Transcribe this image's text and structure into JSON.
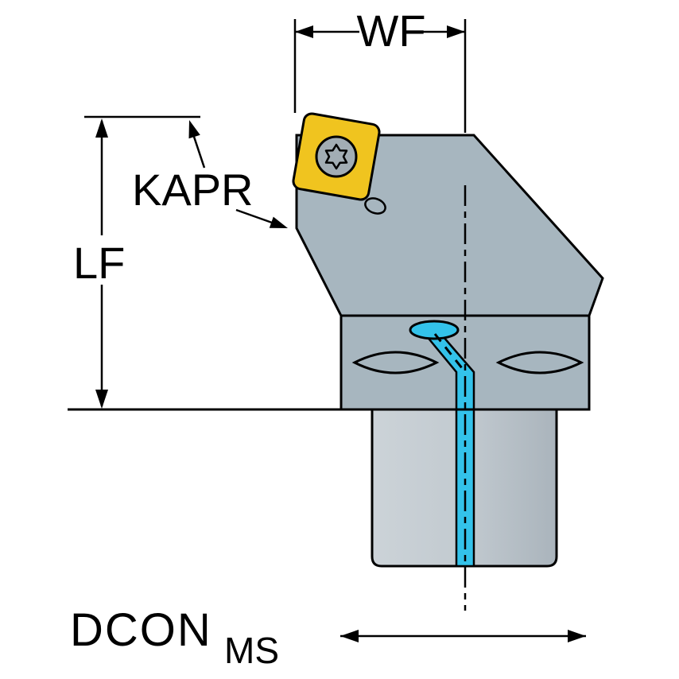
{
  "diagram": {
    "labels": {
      "wf": "WF",
      "kapr": "KAPR",
      "lf": "LF",
      "dcon": "DCON",
      "dcon_sub": "MS"
    },
    "colors": {
      "background": "#ffffff",
      "outline": "#000000",
      "body": "#a7b6bf",
      "shank_light": "#ccd3d8",
      "shank_mid": "#c2cad0",
      "shank_dark": "#aab4bc",
      "insert": "#f0c41f",
      "screw": "#a2adb4",
      "coolant": "#33c2ea"
    }
  }
}
